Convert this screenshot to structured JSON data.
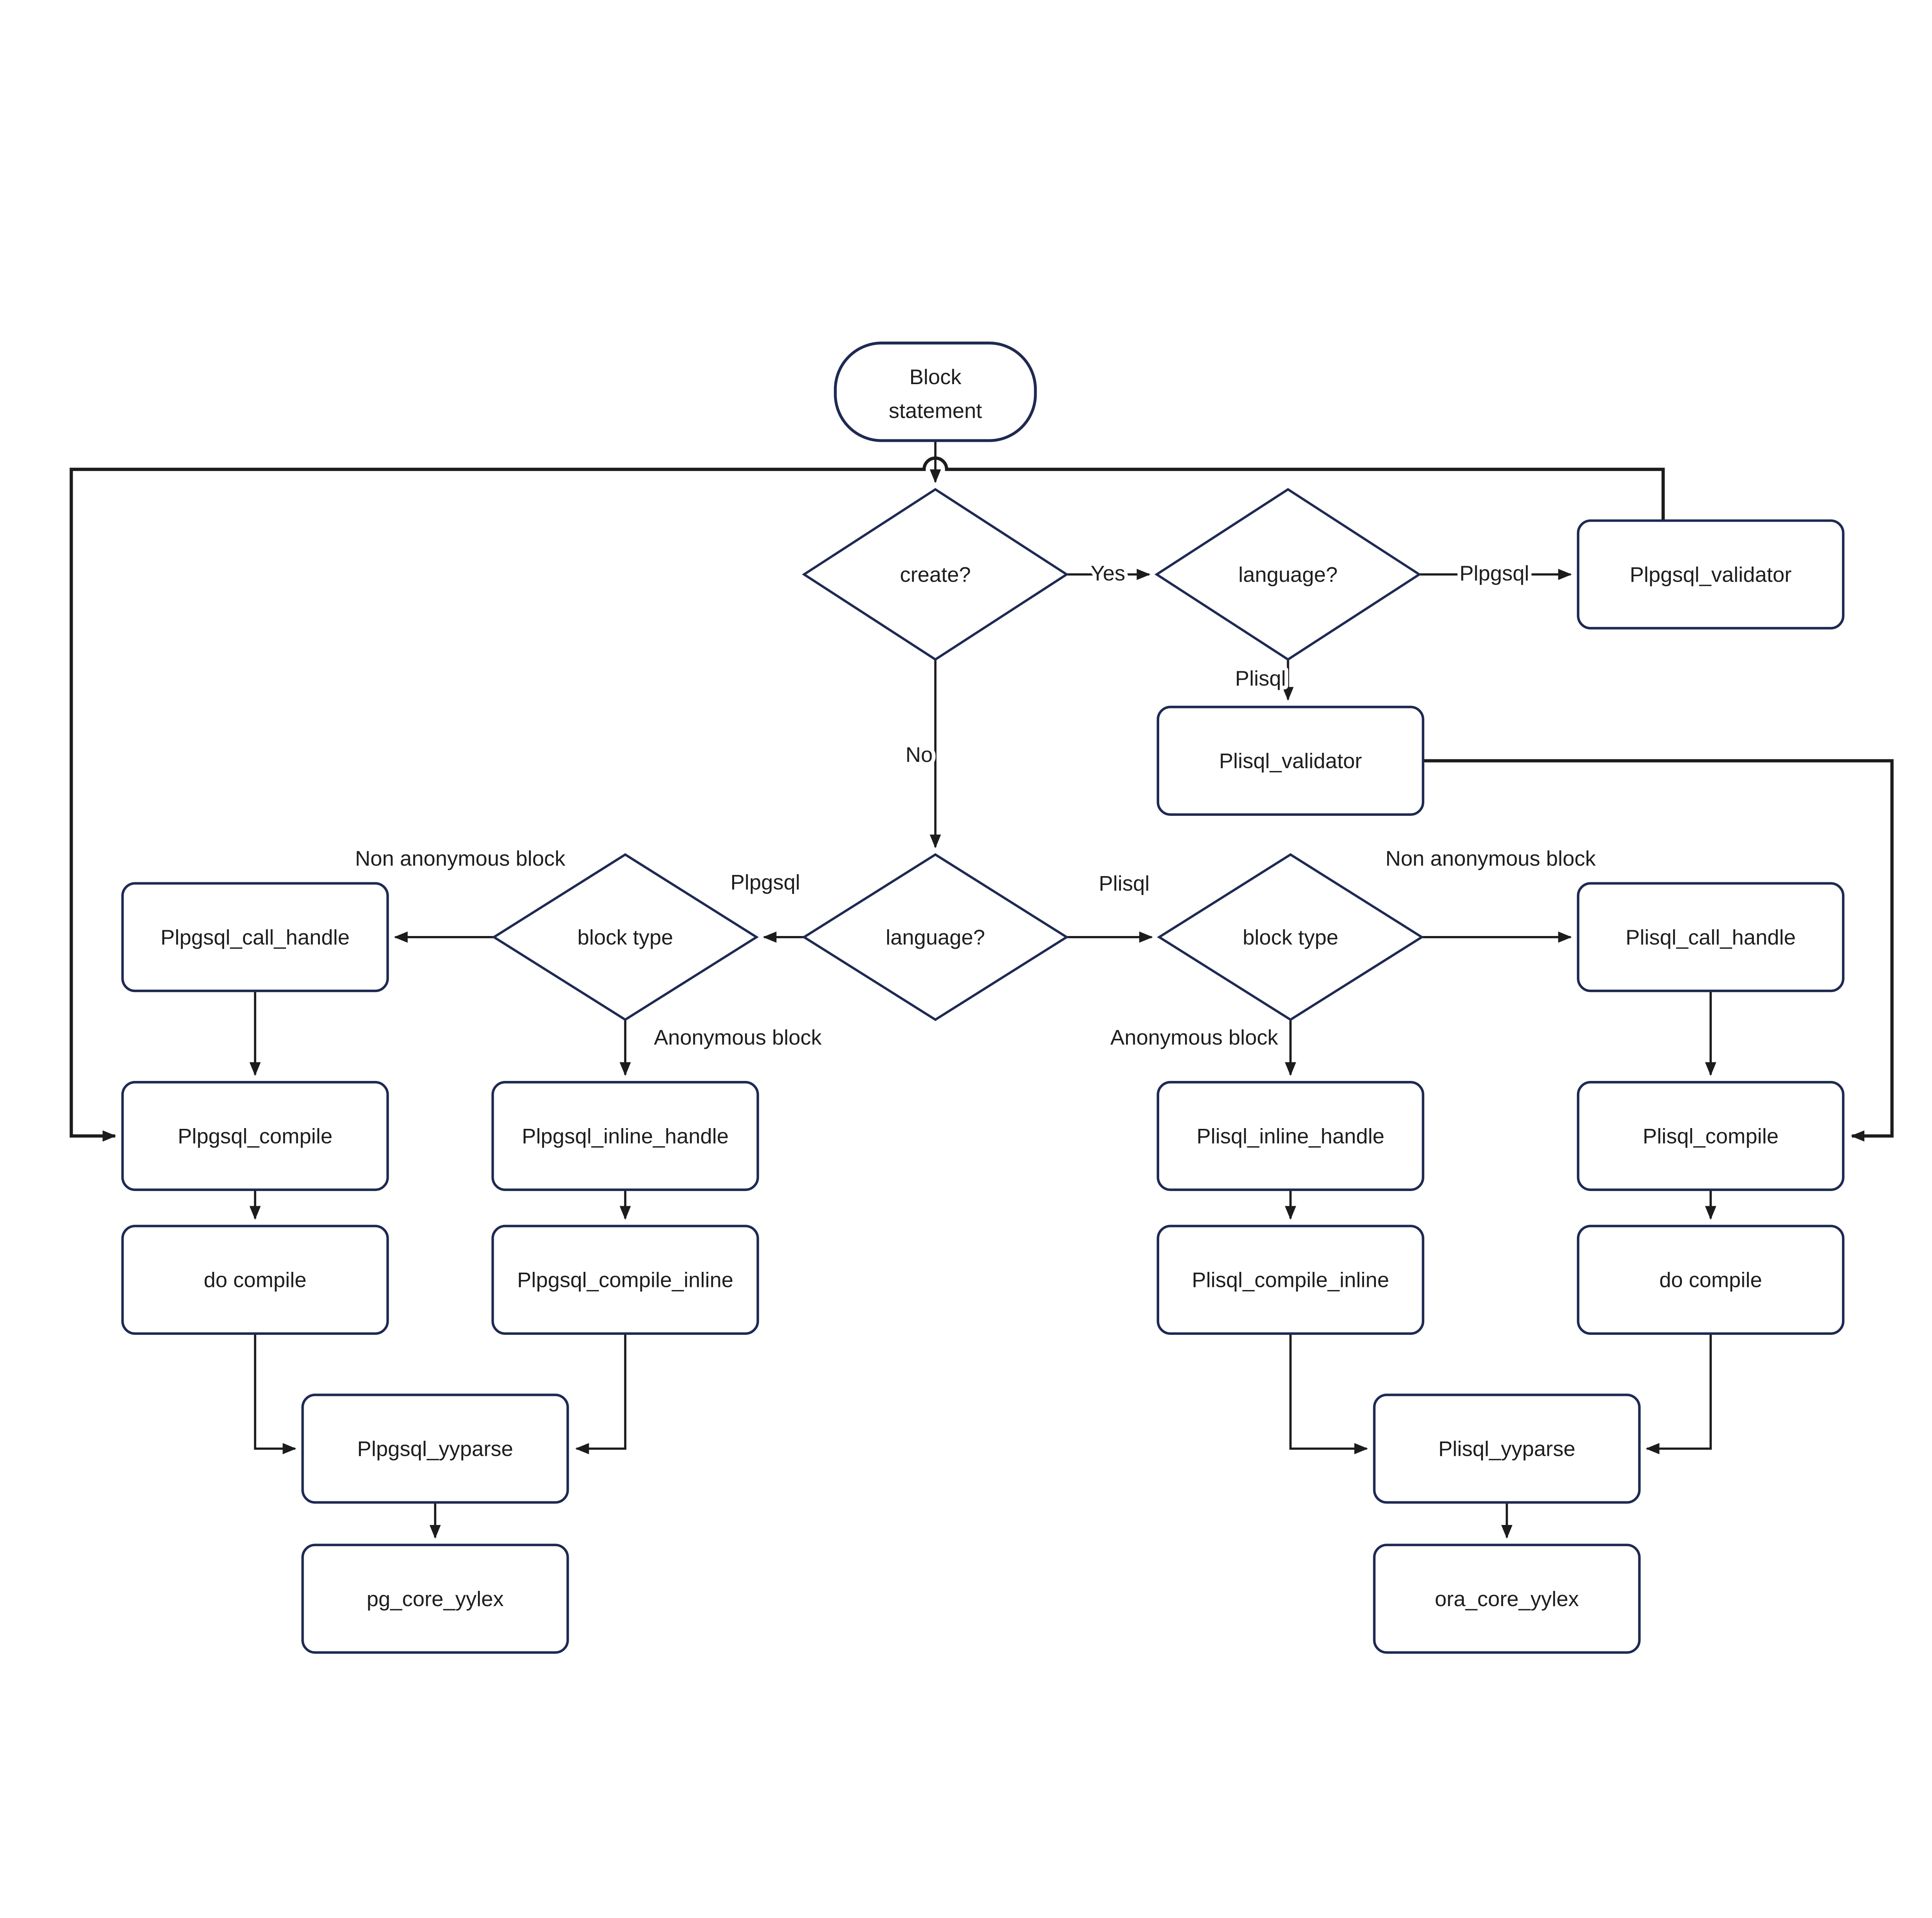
{
  "diagram": {
    "type": "flowchart",
    "colors": {
      "node_border": "#1e2a52",
      "edge_line": "#1c1c1c",
      "text": "#1e1e1e",
      "background": "#ffffff"
    },
    "nodes": {
      "block_statement": {
        "label": "Block statement",
        "line1": "Block",
        "line2": "statement"
      },
      "create_q": "create?",
      "language_q": "language?",
      "block_type": "block type",
      "plpgsql_validator": "Plpgsql_validator",
      "plisql_validator": "Plisql_validator",
      "plpgsql_call_handle": "Plpgsql_call_handle",
      "plisql_call_handle": "Plisql_call_handle",
      "plpgsql_compile": "Plpgsql_compile",
      "plisql_compile": "Plisql_compile",
      "plpgsql_inline_handle": "Plpgsql_inline_handle",
      "plisql_inline_handle": "Plisql_inline_handle",
      "do_compile": "do compile",
      "plpgsql_compile_inline": "Plpgsql_compile_inline",
      "plisql_compile_inline": "Plisql_compile_inline",
      "plpgsql_yyparse": "Plpgsql_yyparse",
      "plisql_yyparse": "Plisql_yyparse",
      "pg_core_yylex": "pg_core_yylex",
      "ora_core_yylex": "ora_core_yylex"
    },
    "edge_labels": {
      "yes": "Yes",
      "no": "No",
      "plpgsql": "Plpgsql",
      "plisql": "Plisql",
      "non_anonymous_block": "Non anonymous block",
      "anonymous_block": "Anonymous block"
    }
  }
}
